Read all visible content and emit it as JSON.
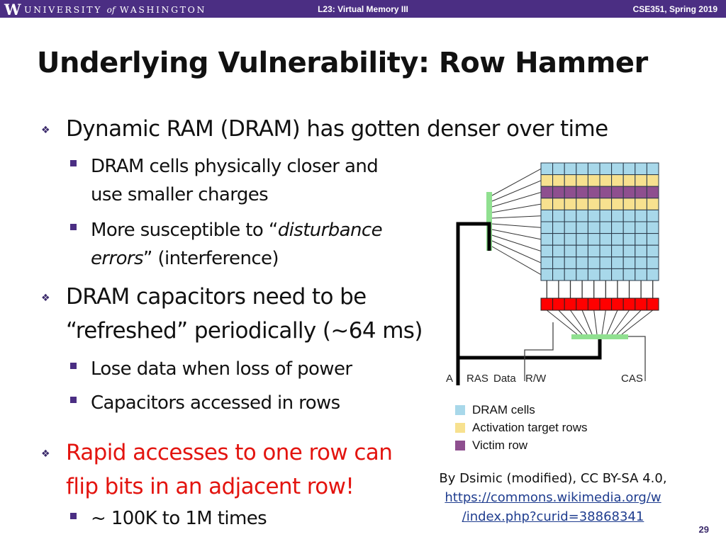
{
  "header": {
    "logo_letter": "W",
    "university_part1": "UNIVERSITY",
    "university_of": "of",
    "university_part2": "WASHINGTON",
    "lecture": "L23: Virtual Memory III",
    "course": "CSE351, Spring 2019"
  },
  "title": "Underlying Vulnerability:  Row Hammer",
  "bullets": {
    "b1": "Dynamic RAM (DRAM) has gotten denser over time",
    "b1_sub1_line1": "DRAM cells physically closer and",
    "b1_sub1_line2": "use smaller charges",
    "b1_sub2_line1_a": "More susceptible to “",
    "b1_sub2_line1_b": "disturbance",
    "b1_sub2_line2_a": "errors",
    "b1_sub2_line2_b": "” (interference)",
    "b2_line1": "DRAM capacitors need to be",
    "b2_line2": "“refreshed” periodically (~64 ms)",
    "b2_sub1": "Lose data when loss of power",
    "b2_sub2": "Capacitors accessed in rows",
    "b3_line1": "Rapid accesses to one row can",
    "b3_line2": "flip bits in an adjacent row!",
    "b3_sub1": "~ 100K to 1M times"
  },
  "figure": {
    "signal_labels": [
      "A",
      "RAS",
      "Data",
      "R/W",
      "CAS"
    ],
    "legend": [
      {
        "label": "DRAM cells",
        "color": "#a8d8ea"
      },
      {
        "label": "Activation target rows",
        "color": "#f7e18f"
      },
      {
        "label": "Victim row",
        "color": "#8e4f8f"
      }
    ],
    "colors": {
      "cell": "#a8d8ea",
      "activation": "#f7e18f",
      "victim": "#8e4f8f",
      "sense_amp": "#ff0000",
      "decoder": "#90e090"
    }
  },
  "credit": {
    "line1": "By Dsimic (modified), CC BY-SA 4.0,",
    "link_line1": "https://commons.wikimedia.org/w",
    "link_line2": "/index.php?curid=38868341"
  },
  "page_number": "29"
}
